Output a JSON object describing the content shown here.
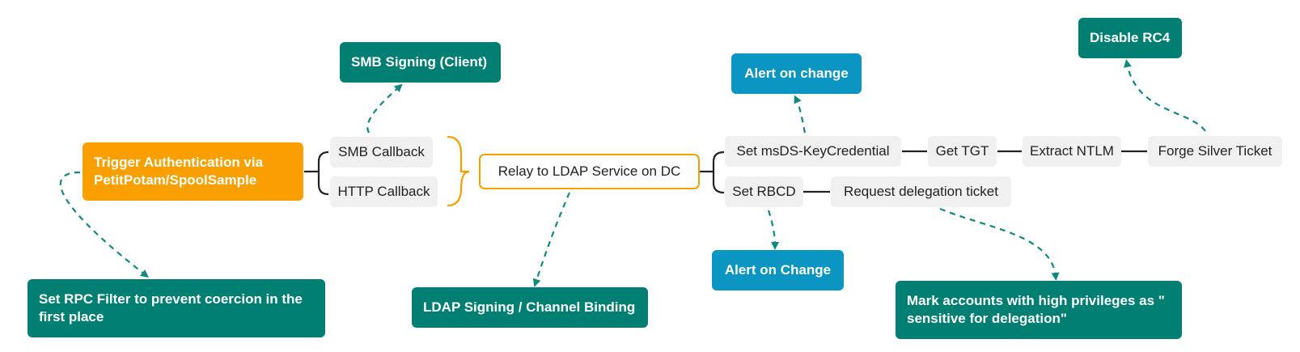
{
  "nodes": {
    "trigger": "Trigger Authentication via PetitPotam/SpoolSample",
    "smb_callback": "SMB Callback",
    "http_callback": "HTTP Callback",
    "relay": "Relay to LDAP Service on DC",
    "set_keycred": "Set msDS-KeyCredential",
    "get_tgt": "Get TGT",
    "extract_ntlm": "Extract NTLM",
    "forge_silver": "Forge Silver Ticket",
    "set_rbcd": "Set RBCD",
    "request_delegation": "Request delegation ticket"
  },
  "mitigations": {
    "smb_signing": "SMB Signing (Client)",
    "rpc_filter": "Set RPC Filter to prevent coercion in the first place",
    "ldap_signing": "LDAP Signing / Channel Binding",
    "alert_change_1": "Alert on change",
    "alert_change_2": "Alert on Change",
    "disable_rc4": "Disable RC4",
    "mark_sensitive": "Mark accounts with high privileges as \" sensitive for delegation\""
  },
  "colors": {
    "mitigation": "#007f72",
    "alert": "#0b95c2",
    "trigger": "#f9a000",
    "step": "#f0f0f0",
    "connector": "#222222",
    "dashed_arrow": "#0f8a7e"
  }
}
